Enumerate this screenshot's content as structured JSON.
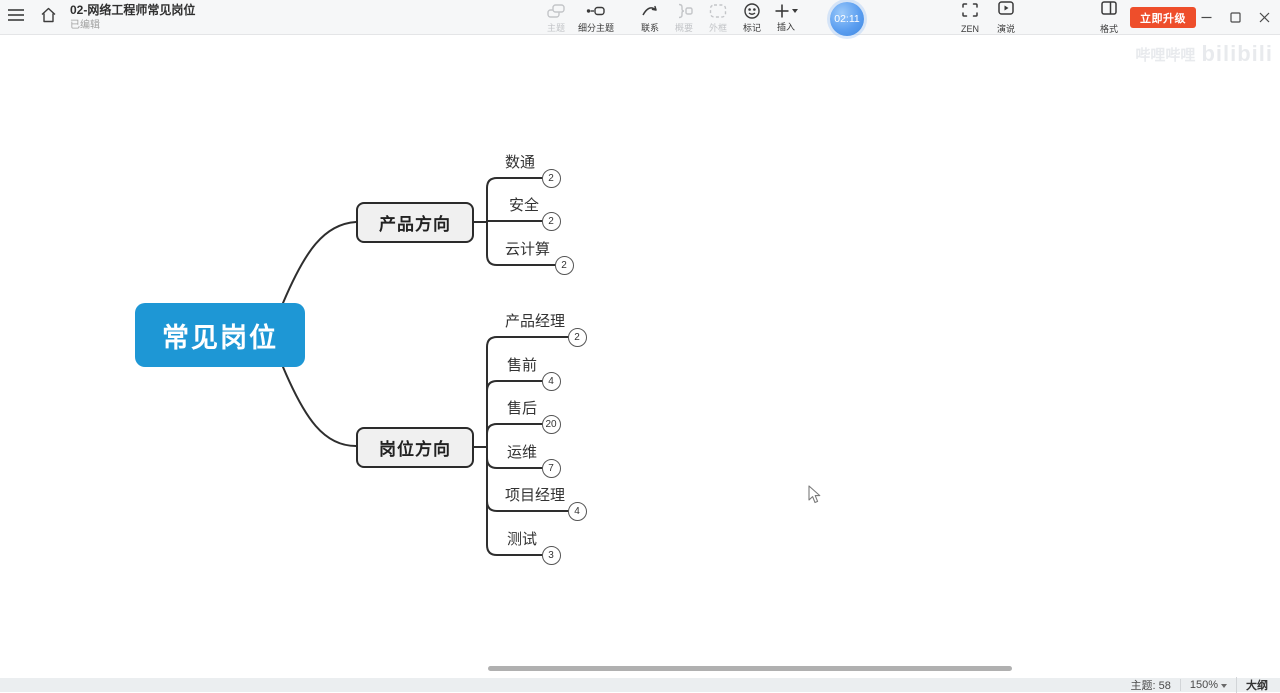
{
  "titlebar": {
    "title": "02-网络工程师常见岗位",
    "subtitle": "已编辑",
    "tools": [
      {
        "label": "主题",
        "enabled": false
      },
      {
        "label": "细分主题",
        "enabled": false
      },
      {
        "label": "联系",
        "enabled": true
      },
      {
        "label": "概要",
        "enabled": false
      },
      {
        "label": "外框",
        "enabled": false
      },
      {
        "label": "标记",
        "enabled": true
      },
      {
        "label": "插入",
        "enabled": true
      }
    ],
    "timer": "02:11",
    "right_tools": [
      {
        "label": "ZEN"
      },
      {
        "label": "演说"
      },
      {
        "label": "格式"
      }
    ],
    "upgrade_label": "立即升级"
  },
  "mindmap": {
    "root": {
      "label": "常见岗位",
      "color": "#1e97d5"
    },
    "branches": [
      {
        "label": "产品方向",
        "children": [
          {
            "label": "数通",
            "count": "2"
          },
          {
            "label": "安全",
            "count": "2"
          },
          {
            "label": "云计算",
            "count": "2"
          }
        ]
      },
      {
        "label": "岗位方向",
        "children": [
          {
            "label": "产品经理",
            "count": "2"
          },
          {
            "label": "售前",
            "count": "4"
          },
          {
            "label": "售后",
            "count": "20"
          },
          {
            "label": "运维",
            "count": "7"
          },
          {
            "label": "项目经理",
            "count": "4"
          },
          {
            "label": "测试",
            "count": "3"
          }
        ]
      }
    ]
  },
  "watermark": {
    "cjk": "哔哩哔哩",
    "latin": "bilibili"
  },
  "statusbar": {
    "topics_label": "主题: 58",
    "zoom_level": "150%",
    "outline_label": "大纲"
  },
  "colors": {
    "root_fill": "#1e97d5",
    "upgrade_button": "#ee4e2b",
    "timer_fill": "#5b9ef0"
  }
}
